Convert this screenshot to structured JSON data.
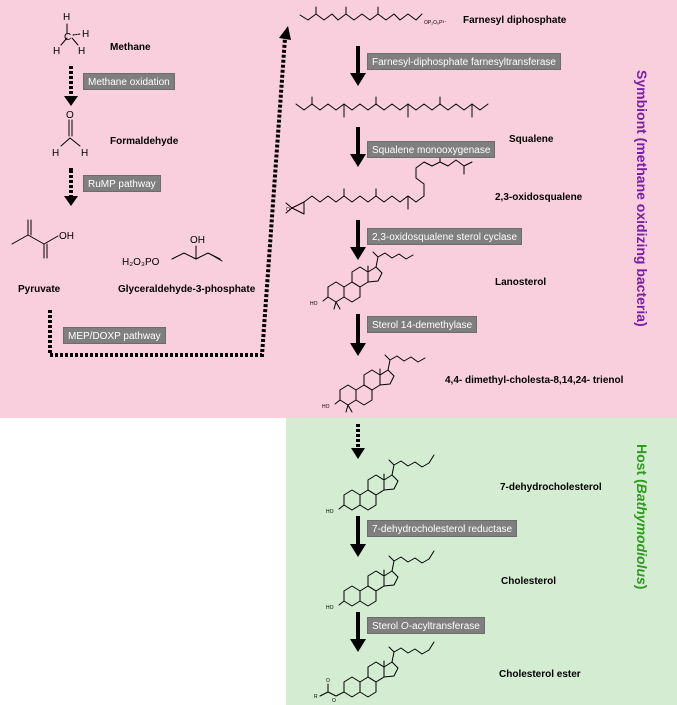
{
  "regions": {
    "symbiont_label": "Symbiont (methane oxidizing bacteria)",
    "host_label_prefix": "Host (",
    "host_label_italic": "Bathymodiolus",
    "host_label_suffix": ")",
    "colors": {
      "symbiont_bg": "#f9cfdd",
      "host_bg": "#d4ecd1",
      "symbiont_text": "#7a1fa2",
      "host_text": "#2f9a1d"
    }
  },
  "compounds": {
    "methane": "Methane",
    "formaldehyde": "Formaldehyde",
    "pyruvate": "Pyruvate",
    "g3p": "Glyceraldehyde-3-phosphate",
    "farnesyl": "Farnesyl diphosphate",
    "squalene": "Squalene",
    "oxidosqualene": "2,3-oxidosqualene",
    "lanosterol": "Lanosterol",
    "trienol": "4,4- dimethyl-cholesta-8,14,24- trienol",
    "dehydrocholesterol": "7-dehydrocholesterol",
    "cholesterol": "Cholesterol",
    "cholesterol_ester": "Cholesterol ester"
  },
  "enzymes": {
    "methane_oxidation": "Methane oxidation",
    "rump": "RuMP pathway",
    "mep": "MEP/DOXP pathway",
    "fdft": "Farnesyl-diphosphate farnesyltransferase",
    "sqle": "Squalene monooxygenase",
    "cyclase": "2,3-oxidosqualene sterol cyclase",
    "demethylase": "Sterol 14-demethylase",
    "reductase": "7-dehydrocholesterol reductase",
    "acyl_prefix": "Sterol ",
    "acyl_italic": "O",
    "acyl_suffix": "-acyltransferase"
  },
  "structure_text": {
    "h1": "H",
    "h2": "H",
    "h3": "H",
    "h4": "H",
    "c": "C",
    "o_form": "O",
    "h_form1": "H",
    "h_form2": "H",
    "oh_pyr": "OH",
    "h2o3po": "H₂O₃PO",
    "oh_g3p": "OH",
    "opp": "OP₂O₆P³⁻",
    "o_epox": "O",
    "ho_1": "HO",
    "ho_2": "HO",
    "ho_3": "HO",
    "ho_4": "HO",
    "r_ester": "R",
    "o_ester1": "O",
    "o_ester2": "O"
  }
}
